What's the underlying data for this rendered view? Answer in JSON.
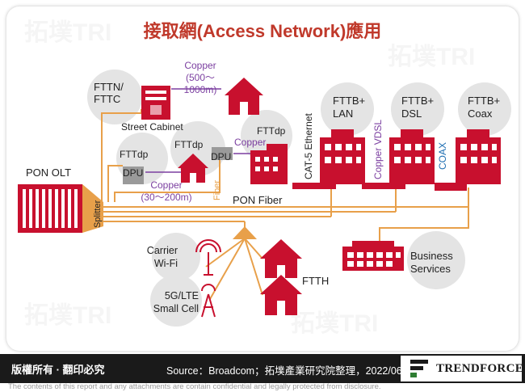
{
  "title": "接取網(Access Network)應用",
  "watermark": "拓墣TRI",
  "nodes": {
    "pon_olt": "PON OLT",
    "splitter": "Splitter",
    "fttn": [
      "FTTN/",
      "FTTC"
    ],
    "copper_long": [
      "Copper",
      "(500～",
      "1000m)"
    ],
    "street_cabinet": "Street Cabinet",
    "fttdp_left": "FTTdp",
    "dpu_left": "DPU",
    "fttdp_mid": "FTTdp",
    "dpu_mid": "DPU",
    "copper_mid": "Copper",
    "copper_short": [
      "Copper",
      "(30～200m)"
    ],
    "fiber": "Fiber",
    "fttdp_right": "FTTdp",
    "pon_fiber": "PON Fiber",
    "cat5": "CAT-5 Ethernet",
    "copper_vdsl": "Copper VDSL",
    "coax_vertical": "COAX",
    "fttb_lan": [
      "FTTB+",
      "LAN"
    ],
    "fttb_dsl": [
      "FTTB+",
      "DSL"
    ],
    "fttb_coax": [
      "FTTB+",
      "Coax"
    ],
    "carrier_wifi": [
      "Carrier",
      "Wi-Fi"
    ],
    "small_cell": [
      "5G/LTE",
      "Small Cell"
    ],
    "ftth": "FTTH",
    "business": [
      "Business",
      "Services"
    ]
  },
  "footer": {
    "rights": "版權所有 · 翻印必究",
    "source": "Source：Broadcom；拓墣產業研究院整理，2022/06",
    "logo": "TRENDFORCE"
  },
  "disclaimer": "The contents of this report and any attachments are contain confidential and legally protected from disclosure.",
  "colors": {
    "title": "#c0392b",
    "building": "#c8102e",
    "line": "#e8a04a",
    "fiber_line": "#7b3fa0",
    "coax_line": "#1f6fb2",
    "footer": "#1a1a1a"
  }
}
